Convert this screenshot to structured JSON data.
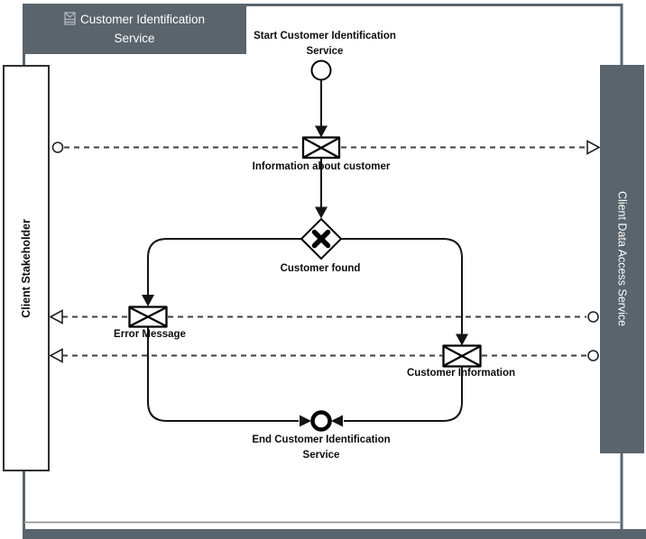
{
  "header": {
    "title": "Customer Identification Service",
    "icon": "message-envelope-icon"
  },
  "pools": {
    "client_stakeholder": "Client Stakeholder",
    "client_data_access_service": "Client Data Access Service"
  },
  "nodes": {
    "start_event_label": "Start Customer Identification Service",
    "message_info_label": "Information about customer",
    "gateway_label": "Customer found",
    "message_error_label": "Error Message",
    "message_customer_label": "Customer Information",
    "end_event_label": "End Customer Identification Service"
  },
  "colors": {
    "pool_fill": "#5a646c",
    "shape_stroke": "#000000",
    "message_flow": "#3f3f3f",
    "lane_line": "#8d969c"
  }
}
